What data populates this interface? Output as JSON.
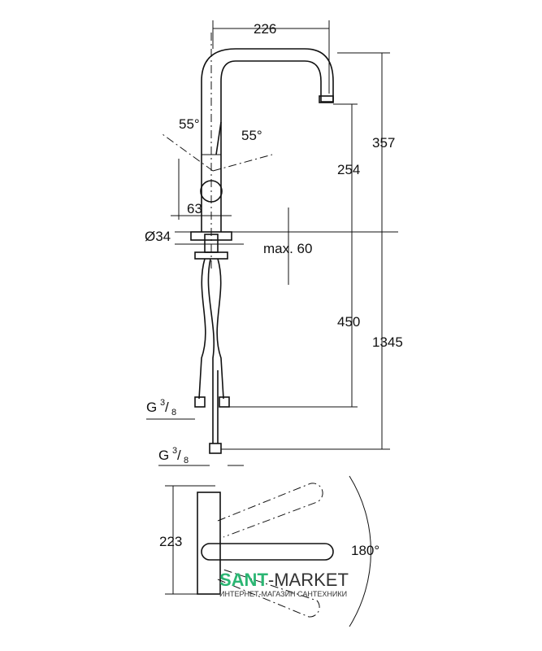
{
  "dimensions": {
    "spout_reach": "226",
    "total_height": "357",
    "spout_height": "254",
    "lever_angle_left": "55°",
    "lever_angle_right": "55°",
    "body_width": "63",
    "hole_diameter": "Ø34",
    "max_thickness": "max. 60",
    "hose_length": "450",
    "total_hose_length": "1345",
    "connection_1": {
      "prefix": "G",
      "num": "3",
      "den": "8"
    },
    "connection_2": {
      "prefix": "G",
      "num": "3",
      "den": "8"
    },
    "depth": "223",
    "swivel_angle": "180°"
  },
  "watermark": {
    "brand_a": "SANT",
    "brand_b": "-MARKET",
    "tagline": "ИНТЕРНЕТ-МАГАЗИН САНТЕХНИКИ",
    "accent": "#2bb673"
  }
}
